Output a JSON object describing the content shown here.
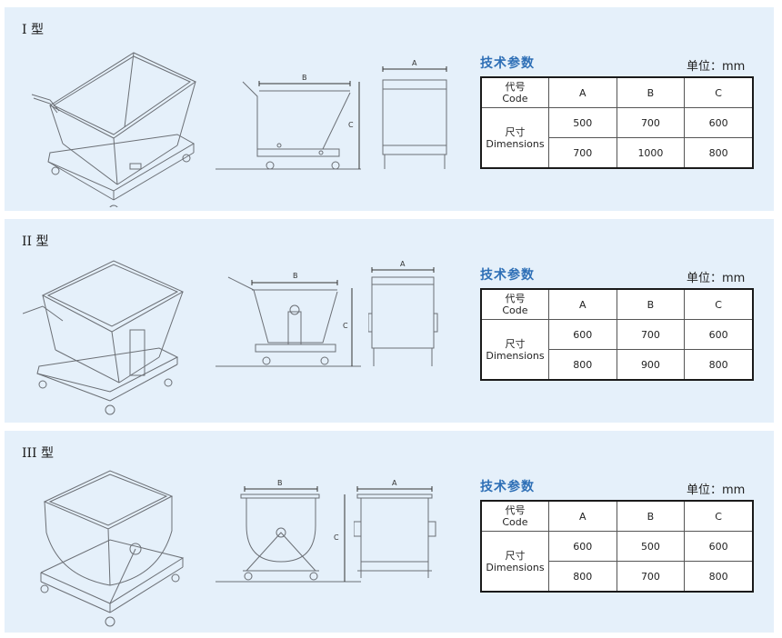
{
  "panels": [
    {
      "type_label": "I 型",
      "spec_title": "技术参数",
      "unit": "单位：mm",
      "header": {
        "code_cn": "代号",
        "code_en": "Code",
        "cols": [
          "A",
          "B",
          "C"
        ]
      },
      "dims_cn": "尺寸",
      "dims_en": "Dimensions",
      "rows": [
        [
          "500",
          "700",
          "600"
        ],
        [
          "700",
          "1000",
          "800"
        ]
      ],
      "dim_labels": {
        "a": "A",
        "b": "B",
        "c": "C"
      }
    },
    {
      "type_label": "II 型",
      "spec_title": "技术参数",
      "unit": "单位：mm",
      "header": {
        "code_cn": "代号",
        "code_en": "Code",
        "cols": [
          "A",
          "B",
          "C"
        ]
      },
      "dims_cn": "尺寸",
      "dims_en": "Dimensions",
      "rows": [
        [
          "600",
          "700",
          "600"
        ],
        [
          "800",
          "900",
          "800"
        ]
      ],
      "dim_labels": {
        "a": "A",
        "b": "B",
        "c": "C"
      }
    },
    {
      "type_label": "III 型",
      "spec_title": "技术参数",
      "unit": "单位：mm",
      "header": {
        "code_cn": "代号",
        "code_en": "Code",
        "cols": [
          "A",
          "B",
          "C"
        ]
      },
      "dims_cn": "尺寸",
      "dims_en": "Dimensions",
      "rows": [
        [
          "600",
          "500",
          "600"
        ],
        [
          "800",
          "700",
          "800"
        ]
      ],
      "dim_labels": {
        "a": "A",
        "b": "B",
        "c": "C"
      }
    }
  ]
}
